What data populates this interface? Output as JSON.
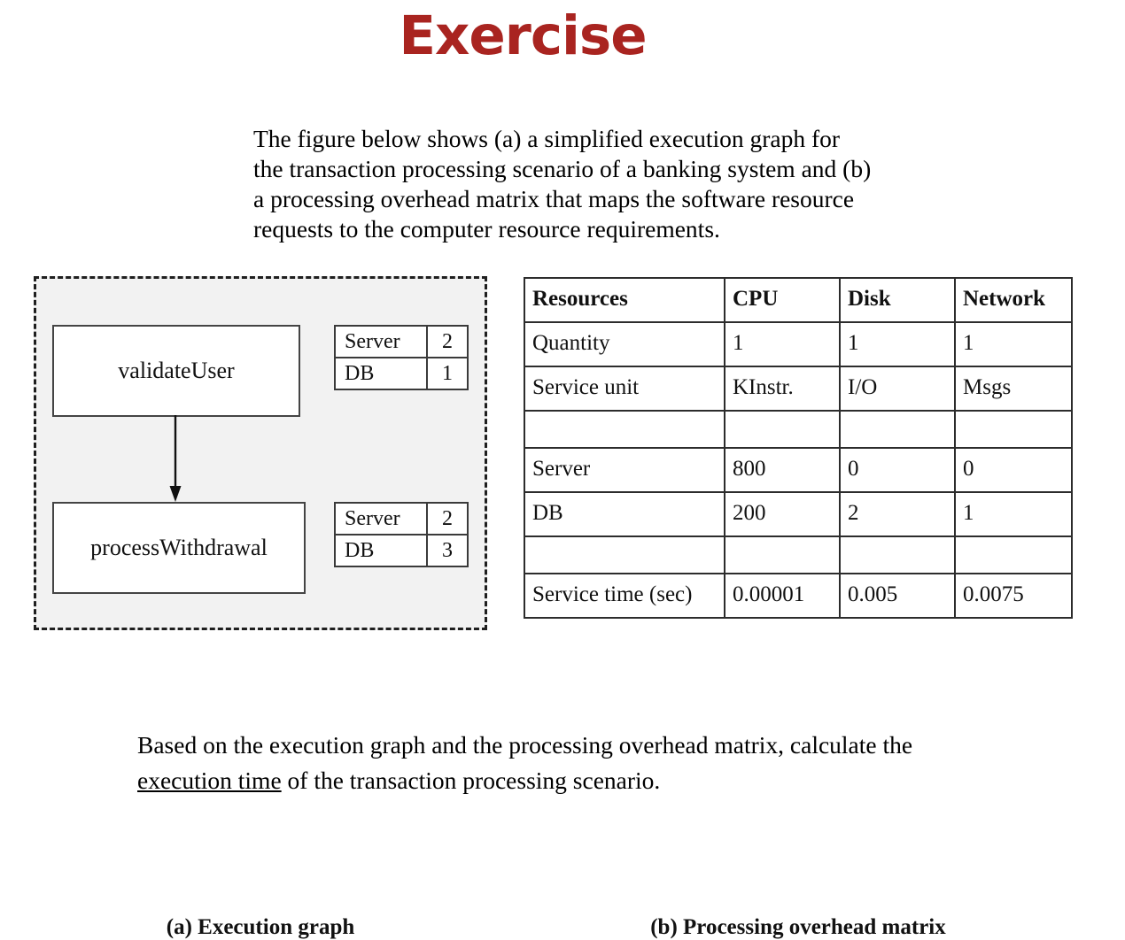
{
  "title": "Exercise",
  "title_color": "#a92420",
  "intro_paragraph": "The figure below shows (a) a simplified execution graph for the transaction processing scenario of a banking system and (b) a processing overhead matrix that maps the software resource requests to the computer resource requirements.",
  "execution_graph": {
    "caption": "(a) Execution graph",
    "panel_fill": "#f2f2f2",
    "panel_border_style": "dashed",
    "nodes": [
      {
        "label": "validateUser"
      },
      {
        "label": "processWithdrawal"
      }
    ],
    "arrow": {
      "from": "validateUser",
      "to": "processWithdrawal",
      "direction": "down",
      "icon": "arrow-down-icon"
    },
    "resource_tables": [
      {
        "for_node": "validateUser",
        "rows": [
          {
            "resource": "Server",
            "count": "2"
          },
          {
            "resource": "DB",
            "count": "1"
          }
        ]
      },
      {
        "for_node": "processWithdrawal",
        "rows": [
          {
            "resource": "Server",
            "count": "2"
          },
          {
            "resource": "DB",
            "count": "3"
          }
        ]
      }
    ]
  },
  "overhead_matrix": {
    "caption": "(b) Processing overhead matrix",
    "headers": [
      "Resources",
      "CPU",
      "Disk",
      "Network"
    ],
    "rows": [
      {
        "type": "data",
        "cells": [
          "Quantity",
          "1",
          "1",
          "1"
        ]
      },
      {
        "type": "data",
        "cells": [
          "Service unit",
          "KInstr.",
          "I/O",
          "Msgs"
        ]
      },
      {
        "type": "spacer",
        "cells": [
          "",
          "",
          "",
          ""
        ]
      },
      {
        "type": "data",
        "cells": [
          "Server",
          "800",
          "0",
          "0"
        ]
      },
      {
        "type": "data",
        "cells": [
          "DB",
          "200",
          "2",
          "1"
        ]
      },
      {
        "type": "spacer",
        "cells": [
          "",
          "",
          "",
          ""
        ]
      },
      {
        "type": "data",
        "cells": [
          "Service time (sec)",
          "0.00001",
          "0.005",
          "0.0075"
        ]
      }
    ]
  },
  "question": {
    "part1": "Based on the execution graph and the processing overhead matrix, calculate the ",
    "emphasis": "execution time",
    "part2": " of the transaction processing scenario."
  }
}
